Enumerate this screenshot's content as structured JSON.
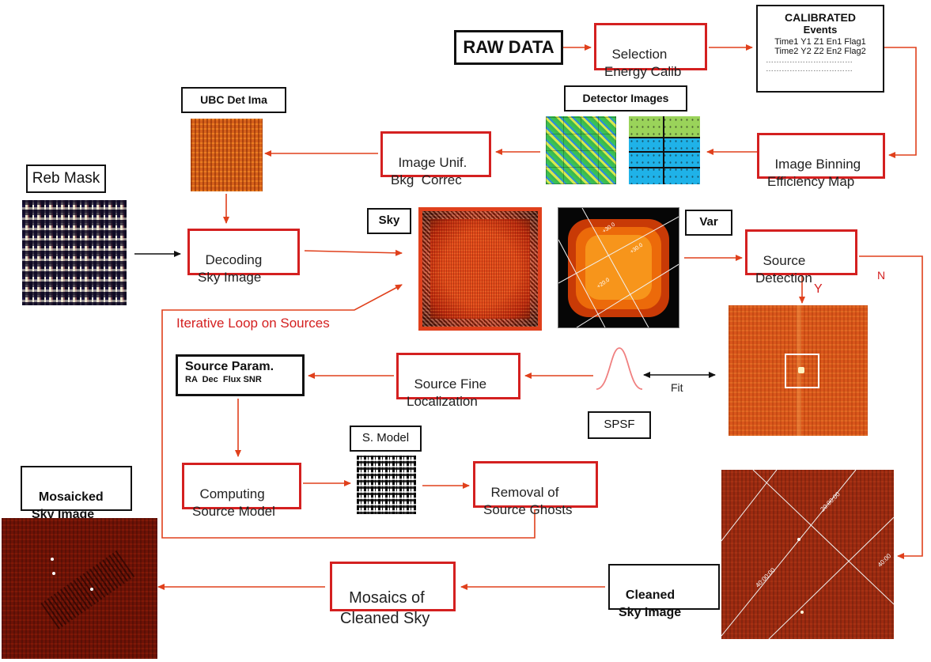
{
  "raw_data": "RAW DATA",
  "selection": "Selection\nEnergy Calib",
  "calibrated": {
    "title1": "CALIBRATED",
    "title2": "Events",
    "row1": "Time1 Y1 Z1 En1 Flag1",
    "row2": "Time2 Y2 Z2 En2 Flag2",
    "row3": "……………………………",
    "row4": "……………………………"
  },
  "image_binning": "Image Binning\nEfficiency Map",
  "detector_images": "Detector Images",
  "image_unif": "Image Unif.\nBkg  Correc",
  "ubc_det_ima": "UBC Det Ima",
  "reb_mask": "Reb Mask",
  "decoding": "Decoding\nSky Image",
  "sky_label": "Sky",
  "var_label": "Var",
  "source_detection": "Source\nDetection",
  "branch_n": "N",
  "branch_y": "Y",
  "iterative_loop": "Iterative Loop on Sources",
  "source_param": {
    "title": "Source Param.",
    "fields": "RA  Dec  Flux SNR"
  },
  "source_fine": "Source Fine\nLocalization",
  "fit_label": "Fit",
  "spsf": "SPSF",
  "s_model": "S. Model",
  "computing_model": "Computing\nSource Model",
  "removal_ghosts": "Removal of\nSource Ghosts",
  "mosaicked": "Mosaicked\nSky Image",
  "mosaics_cleaned": "Mosaics of\nCleaned Sky",
  "cleaned_sky": "Cleaned\nSky Image",
  "var_coords": [
    "+30.0",
    "+30.0",
    "+20.0"
  ],
  "cleaned_coords": [
    "20:00:00",
    "40:00:00",
    "40:00"
  ],
  "colors": {
    "accent_red": "#d42020",
    "flow_orange": "#e0401c"
  }
}
